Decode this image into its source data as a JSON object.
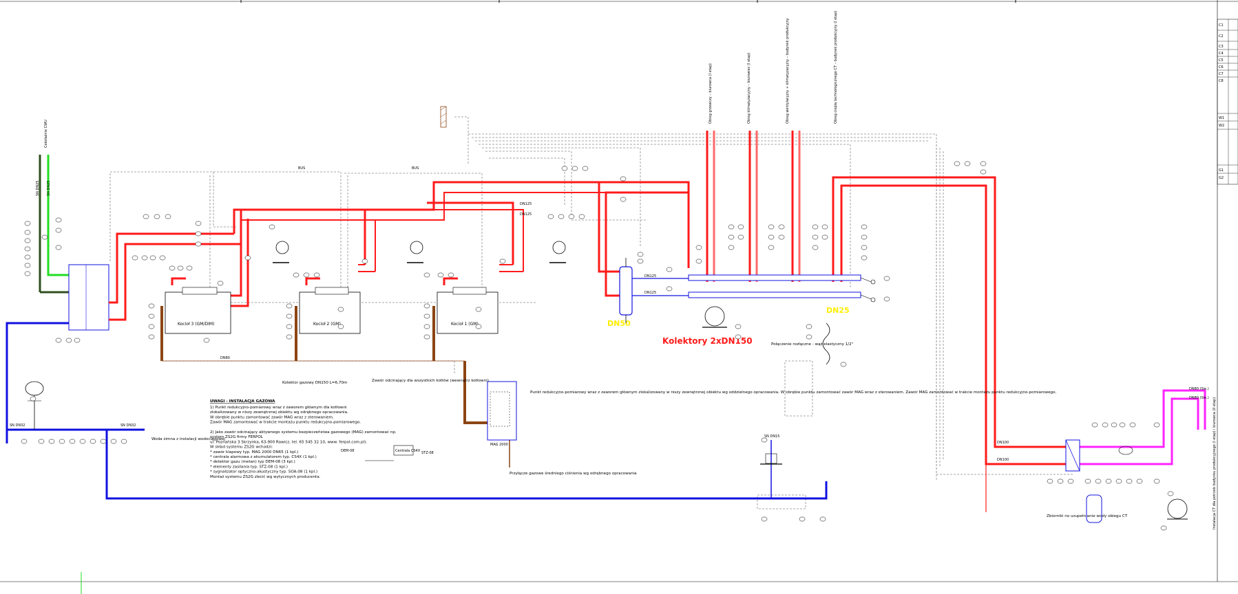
{
  "colors": {
    "supply": "#ff1a1a",
    "return_light": "#ff6a6a",
    "cold_water": "#1010e0",
    "gas": "#8b4513",
    "green": "#22dd22",
    "dark_green": "#2f4f1f",
    "magenta": "#ff22ff",
    "yellow": "#ffee00"
  },
  "boilers": [
    {
      "label": "Kocioł 3 (GM/DIM)"
    },
    {
      "label": "Kocioł 2 (GM)"
    },
    {
      "label": "Kocioł 1 (GM)"
    }
  ],
  "collectors": {
    "label": "Kolektory 2xDN150"
  },
  "yellow_labels": [
    "DN50",
    "DN25"
  ],
  "pipe_labels": {
    "dn125_a": "DN125",
    "dn125_b": "DN125",
    "dn125_c": "DN125",
    "dn125_d": "DN125",
    "dn100_a": "DN100",
    "dn100_b": "DN100",
    "dn80_a": "DN80 (Sie.)",
    "dn80_b": "DN80 (Sie.)",
    "dn32_a": "SN DN32",
    "dn32_b": "SN DN32",
    "dn15": "SN DN15",
    "bus_a": "BUS",
    "bus_b": "BUS",
    "cw_a": "SN DN25",
    "cw_b": "SN DN25",
    "gas_tag": "DN80",
    "zimna": "Woda zimna z instalacji wodociągowej",
    "kolektor_gaz": "Kolektor gazowy DN150 L=6,70m",
    "zawor": "Zawór odcinający dla wszystkich kotłów (wewnątrz kotłowni)",
    "punkt": "Punkt redukcyjno-pomiarowy wraz z zaworem głównym zlokalizowany w niszy zewnętrznej obiektu wg oddzielnego opracowania. W obrębie punktu zamontować zawór MAG wraz z sterowaniem. Zawór MAG zamontować w trakcie montażu punktu redukcyjno-pomiarowego.",
    "przylacze": "Przyłącze gazowe średniego ciśnienia wg odrębnego opracowania",
    "polaczenie": "Połączenie rozłączne - wąż elastyczny 1/2\"",
    "mag": "MAG 2000",
    "zbiornik": "Zbiorniki no uzupełnianie wody obiegu CT",
    "instalacja_ct": "Instalacja CT dla potrzeb budynku produkcyjnego (I etap) i biurowca (II etap)"
  },
  "vertical_labels": [
    "Cokołażnie CWU",
    "Obieg grzewczy – biurowca (I etap)",
    "Obieg klimatyzacyjny – biurowiec (I etap)",
    "Obieg wentylacyjny + klimatyzacyjny – budynek produkcyjny",
    "Obieg ciepła technologicznego CT – budynek produkcyjny (I etap)"
  ],
  "notes": {
    "title": "UWAGI - INSTALACJA GAZOWA",
    "lines": [
      "1) Punkt redukcyjno-pomiarowy wraz z zaworem głównym dla kotłowni",
      "zlokalizowany w niszy zewnętrznej obiektu wg odrębnego opracowania.",
      "W obrębie punktu zamontować zawór MAG wraz z sterowaniem.",
      "Zawór MAG zamontować w trakcie montażu punktu redukcyjno-pomiarowego.",
      "",
      "2) Jako zawór odcinający aktywnego systemu bezpieczeństwa gazowego (MAG) zamontować np.",
      "system ZS2G firmy FERPOL",
      "ul. Poznańska 3 Skrzynka, 63-900 Rawicz, tel. 65 545 32 10, www. ferpol.com.pl).",
      "W skład systemu ZS2G wchodzi:",
      "* zawór klapowy typ. MAG 2000 DN65 (1 kpl.)",
      "* centrala alarmowa z akumulatorem typ. CS4X (1 kpl.)",
      "* detektor gazu (metan) typ DEM-08 (3 kpl.)",
      "* elementy zasilania typ. STZ-08 (1 kpl.)",
      "* sygnalizator optyczno-akustyczny typ. SOA-08 (1 kpl.)",
      "Montaż systemu ZS2G zlecić wg wytycznych producenta."
    ],
    "centrala": "Centrala CS4X",
    "dem": "DEM-08",
    "stz": "STZ-08"
  },
  "legend": [
    "C1",
    "C2",
    "C3",
    "C4",
    "C5",
    "C6",
    "C7",
    "C8",
    "W1",
    "W2",
    "G1",
    "G2"
  ]
}
